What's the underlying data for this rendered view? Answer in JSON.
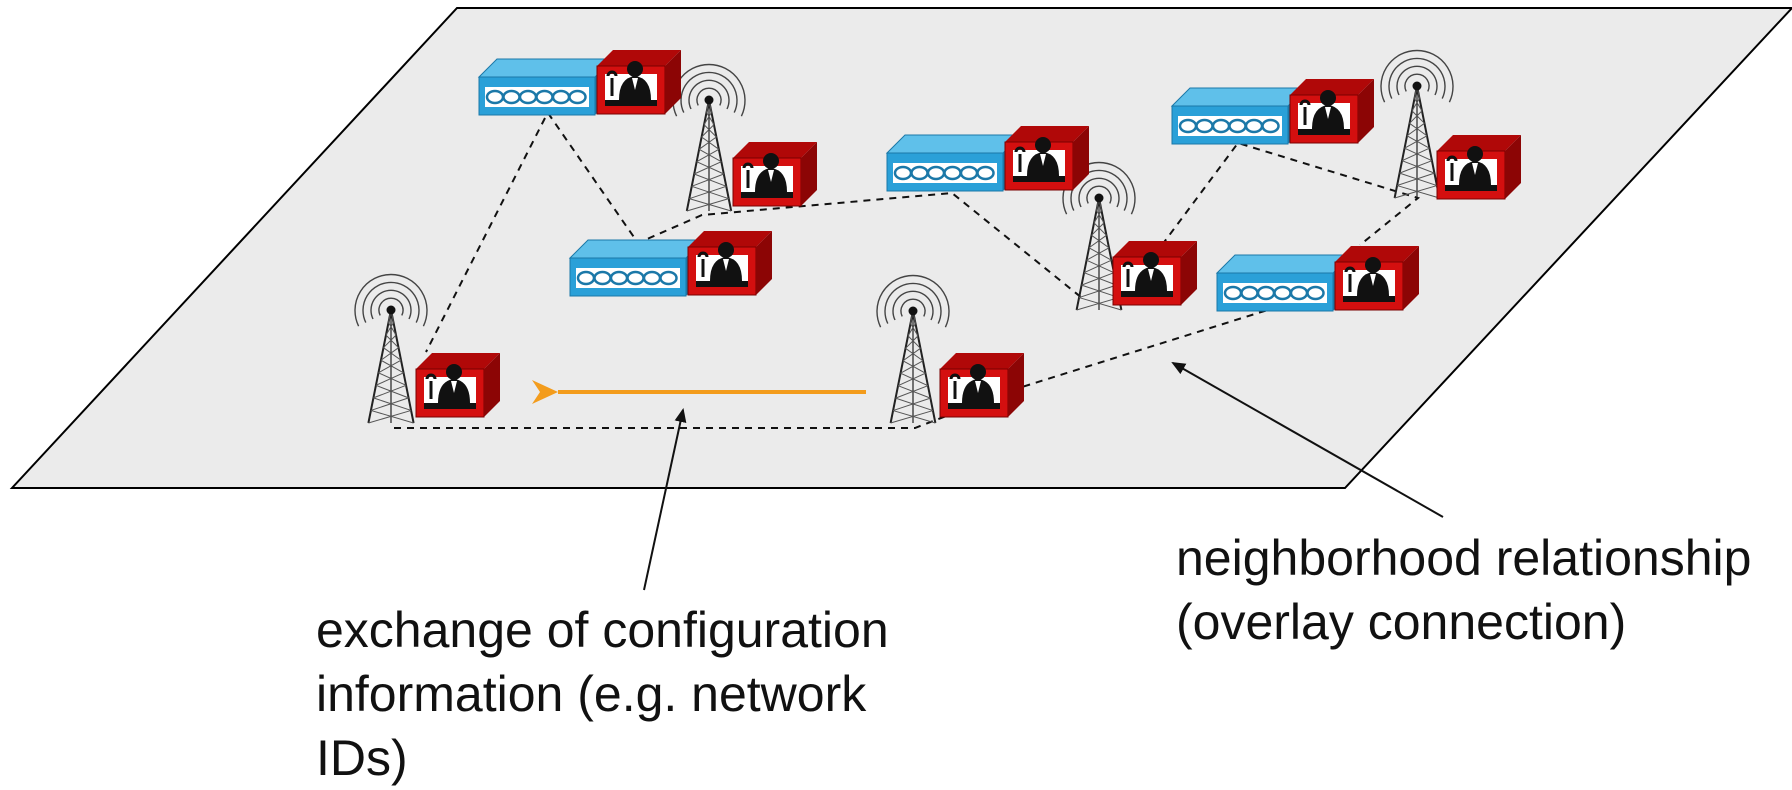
{
  "captions": {
    "exchange": {
      "lines": [
        "exchange of configuration",
        "information (e.g. network",
        "IDs)"
      ]
    },
    "neighborhood": {
      "lines": [
        "neighborhood relationship",
        "(overlay connection)"
      ]
    }
  },
  "colors": {
    "plane_fill": "#ebebeb",
    "plane_stroke": "#000000",
    "router_blue": "#2aa0d8",
    "router_blue_top": "#5fc0ea",
    "router_blue_side": "#1b78a8",
    "box_red": "#d40f0f",
    "box_red_top": "#b00808",
    "box_red_side": "#8c0505",
    "exchange_arrow": "#f39c1c",
    "link": "#111111"
  },
  "icons": {
    "router": "network-router-icon",
    "server": "red-server-box-icon",
    "tower": "radio-tower-icon",
    "exchange_arrow": "arrow-left-icon"
  }
}
